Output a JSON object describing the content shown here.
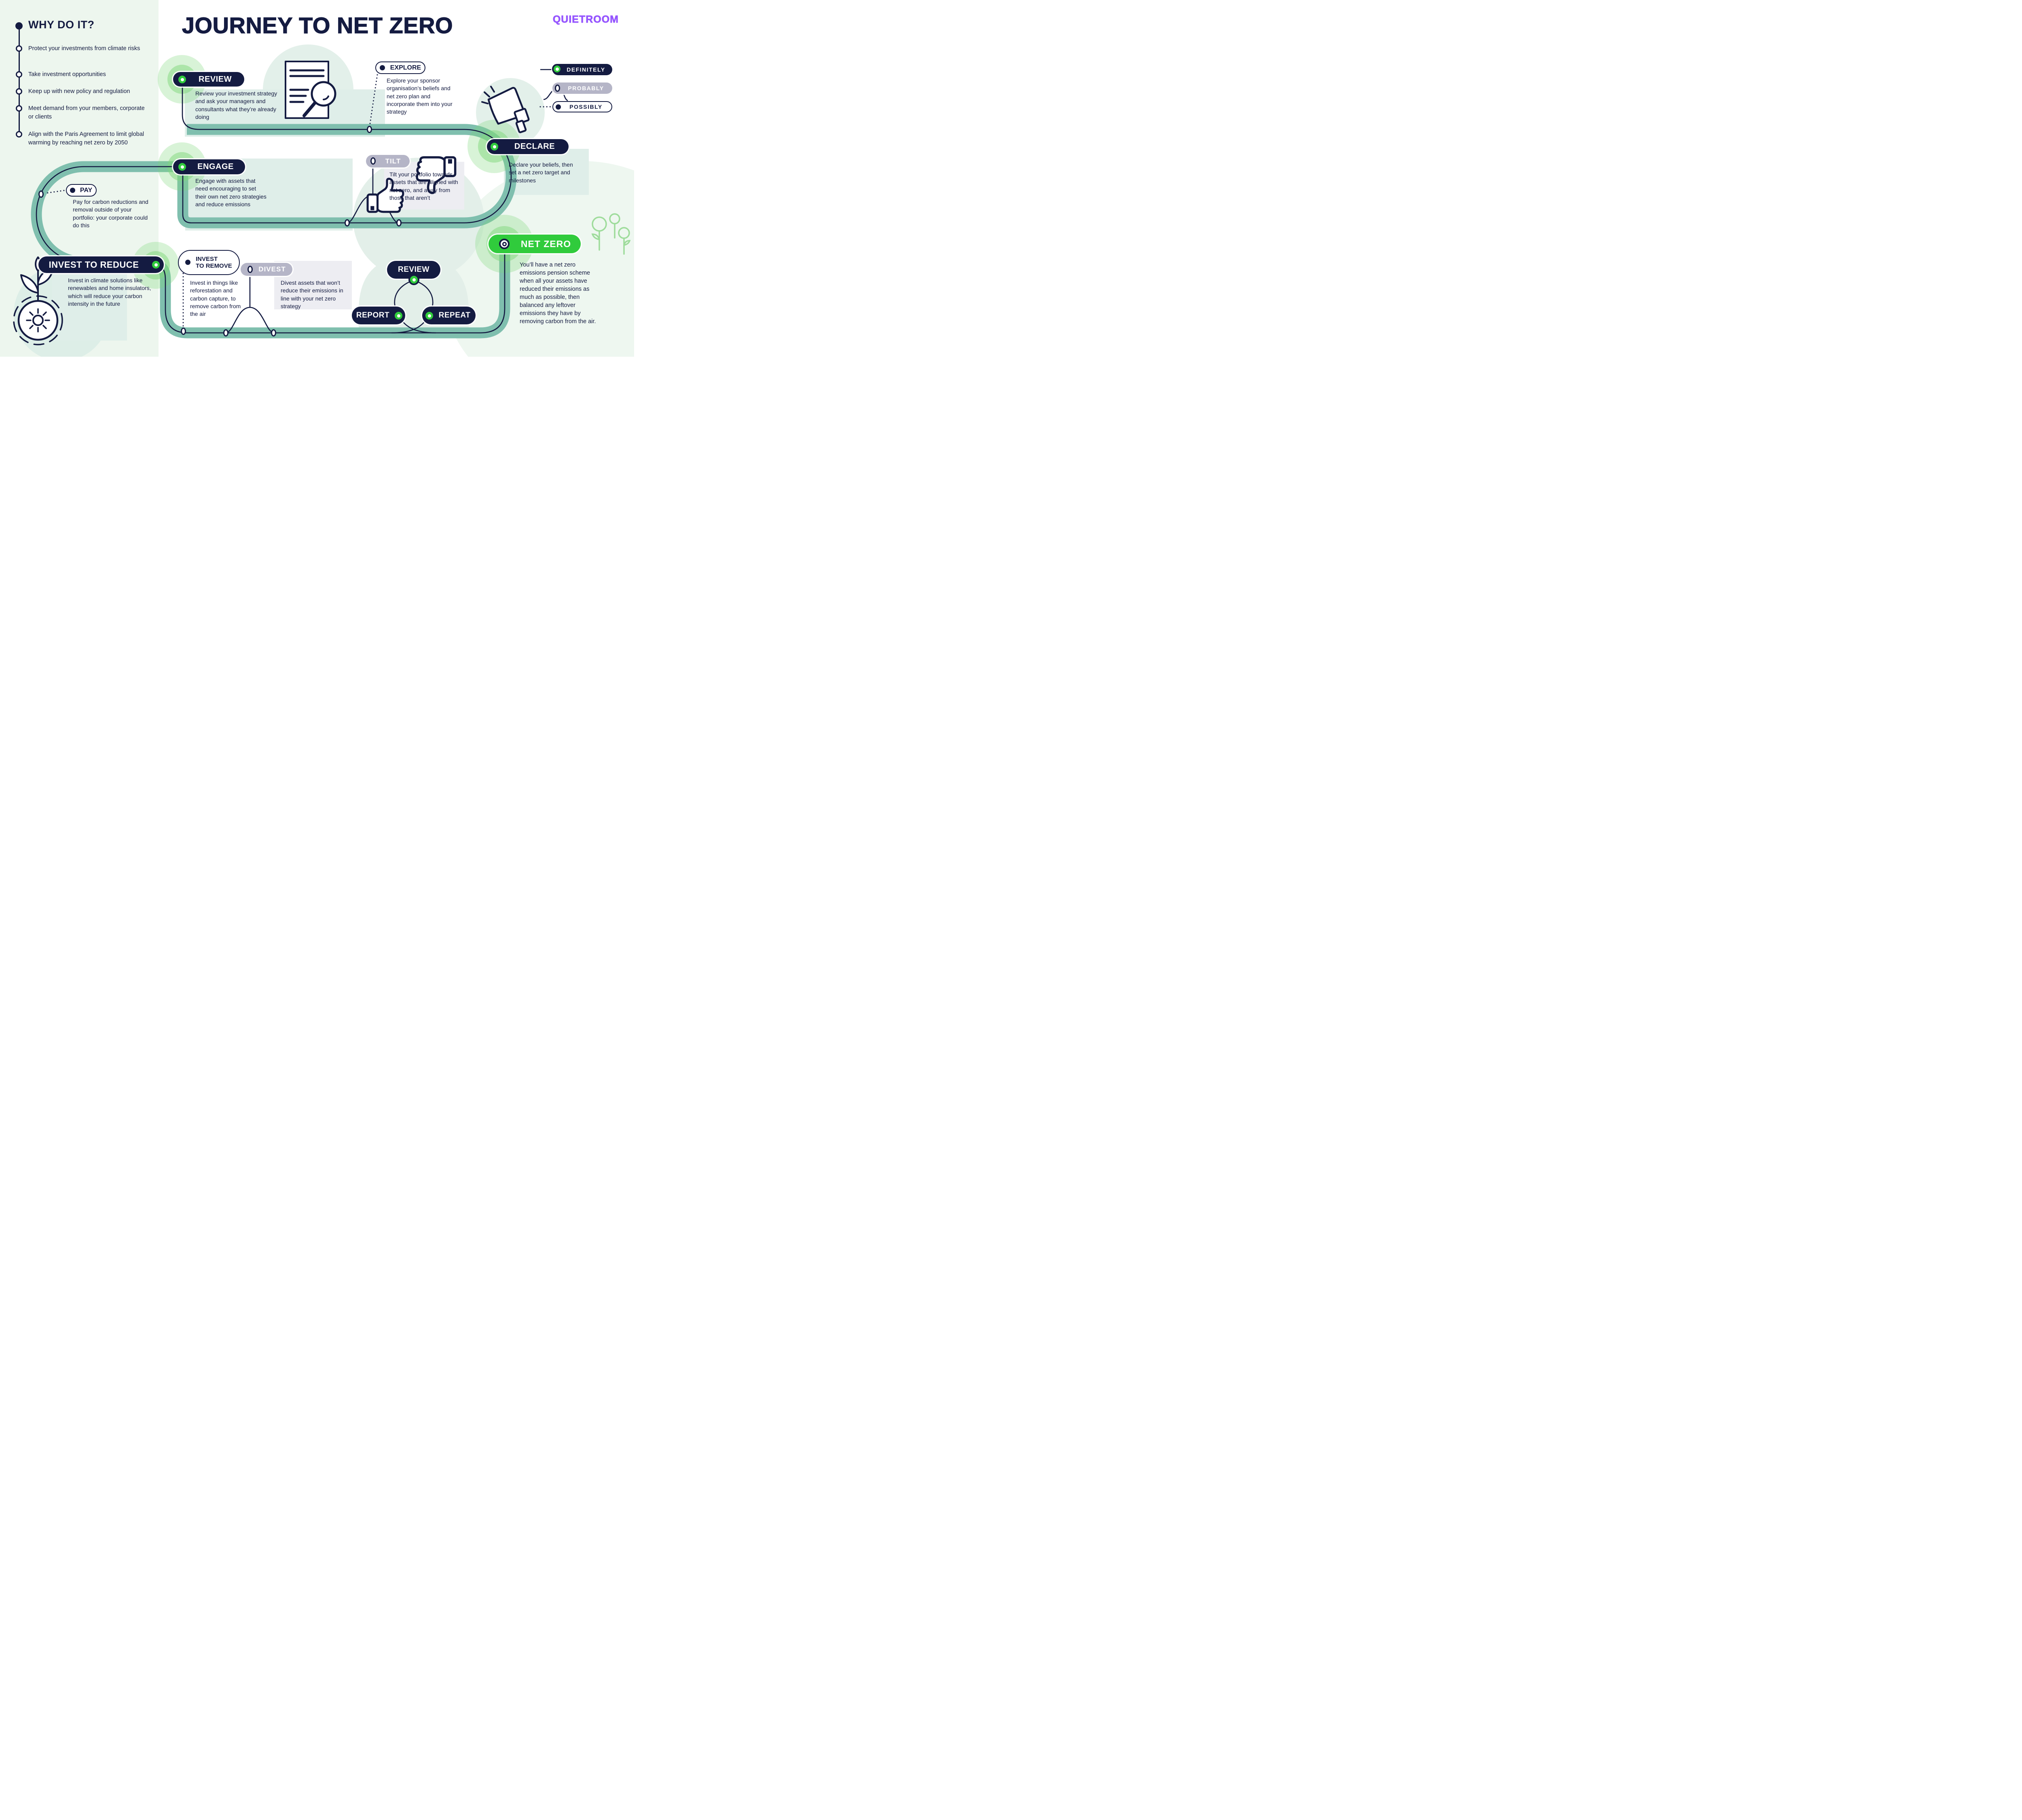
{
  "brand": {
    "name": "QUIETROOM",
    "color": "#9656ff"
  },
  "title": "JOURNEY TO NET ZERO",
  "why": {
    "heading": "WHY DO IT?",
    "items": [
      "Protect your investments from climate risks",
      "Take investment opportunities",
      "Keep up with new policy and regulation",
      "Meet demand from your members, corporate or clients",
      "Align with the Paris Agreement to limit global warming by reaching net zero by 2050"
    ]
  },
  "legend": {
    "definitely": "DEFINITELY",
    "probably": "PROBABLY",
    "possibly": "POSSIBLY"
  },
  "stations": {
    "review": {
      "label": "REVIEW",
      "desc": "Review your investment strategy and ask your managers and consultants what they’re already doing"
    },
    "explore": {
      "label": "EXPLORE",
      "desc": "Explore your sponsor organisation’s beliefs and net zero plan and incorporate them into your strategy"
    },
    "declare": {
      "label": "DECLARE",
      "desc": "Declare your beliefs, then set a net zero target and milestones"
    },
    "engage": {
      "label": "ENGAGE",
      "desc": "Engage with assets that need encouraging to set their own net zero strategies and reduce emissions"
    },
    "tilt": {
      "label": "TILT",
      "desc": "Tilt your portfolio towards assets that are aligned with net zero, and away from those that aren’t"
    },
    "pay": {
      "label": "PAY",
      "desc": "Pay for carbon reductions and removal outside of your portfolio: your corporate could do this"
    },
    "invest_reduce": {
      "label": "INVEST TO REDUCE",
      "desc": "Invest in climate solutions like renewables and home insulators, which will reduce your carbon intensity in the future"
    },
    "invest_remove": {
      "label_line1": "INVEST",
      "label_line2": "TO REMOVE",
      "desc": "Invest in things like reforestation and carbon capture, to remove carbon from the air"
    },
    "divest": {
      "label": "DIVEST",
      "desc": "Divest assets that won’t reduce their emissions in line with your net zero strategy"
    },
    "cycle": {
      "review": "REVIEW",
      "report": "REPORT",
      "repeat": "REPEAT"
    },
    "net_zero": {
      "label": "NET ZERO",
      "desc": "You’ll have a net zero emissions pension scheme when all your assets have reduced their emissions as much as possible, then balanced any leftover emissions they have by removing carbon from the air."
    }
  },
  "colors": {
    "navy": "#141b41",
    "green": "#30cb3c",
    "teal": "#7fbfae",
    "gray_pill": "#b5b5c7",
    "panel_mint": "#dfeee9",
    "panel_gray": "#ededf2",
    "purple": "#9656ff"
  }
}
